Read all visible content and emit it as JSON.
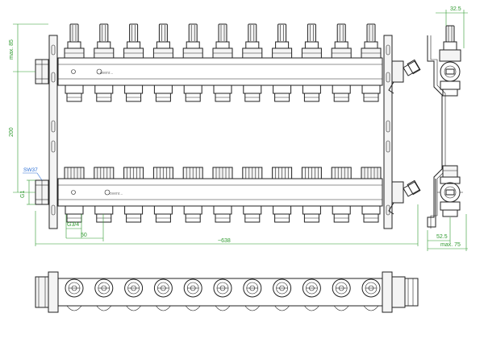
{
  "dimensions": {
    "max_top": "max. 85",
    "height": "200",
    "sw": "SW37",
    "g1": "G1",
    "g34": "G3/4",
    "pitch": "50",
    "total_width": "~638",
    "side_top": "32.5",
    "side_bottom": "52.5",
    "side_depth": "max. 75"
  },
  "brand": {
    "name": "ovenr..."
  },
  "config": {
    "outlets": 11
  },
  "colors": {
    "dimension": "#2f9a2f",
    "wrench_label": "#2b6fd6",
    "line": "#222222"
  }
}
